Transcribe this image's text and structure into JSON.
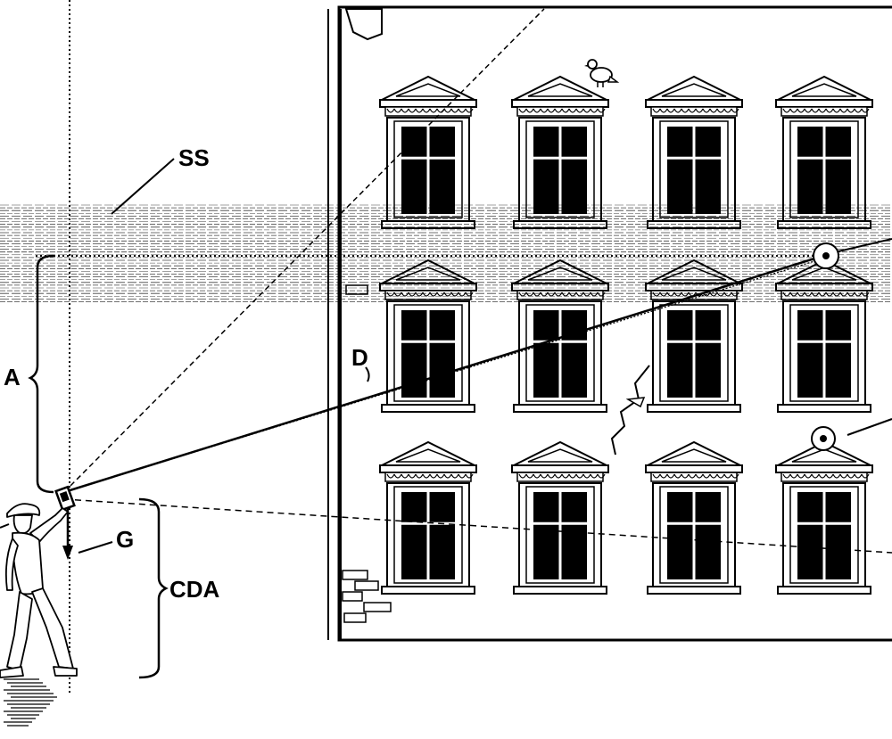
{
  "labels": {
    "ss": "SS",
    "a": "A",
    "d": "D",
    "g": "G",
    "cda": "CDA"
  },
  "colors": {
    "ink": "#000000",
    "paper": "#ffffff"
  },
  "windows": {
    "rows": 3,
    "columns": 4
  }
}
